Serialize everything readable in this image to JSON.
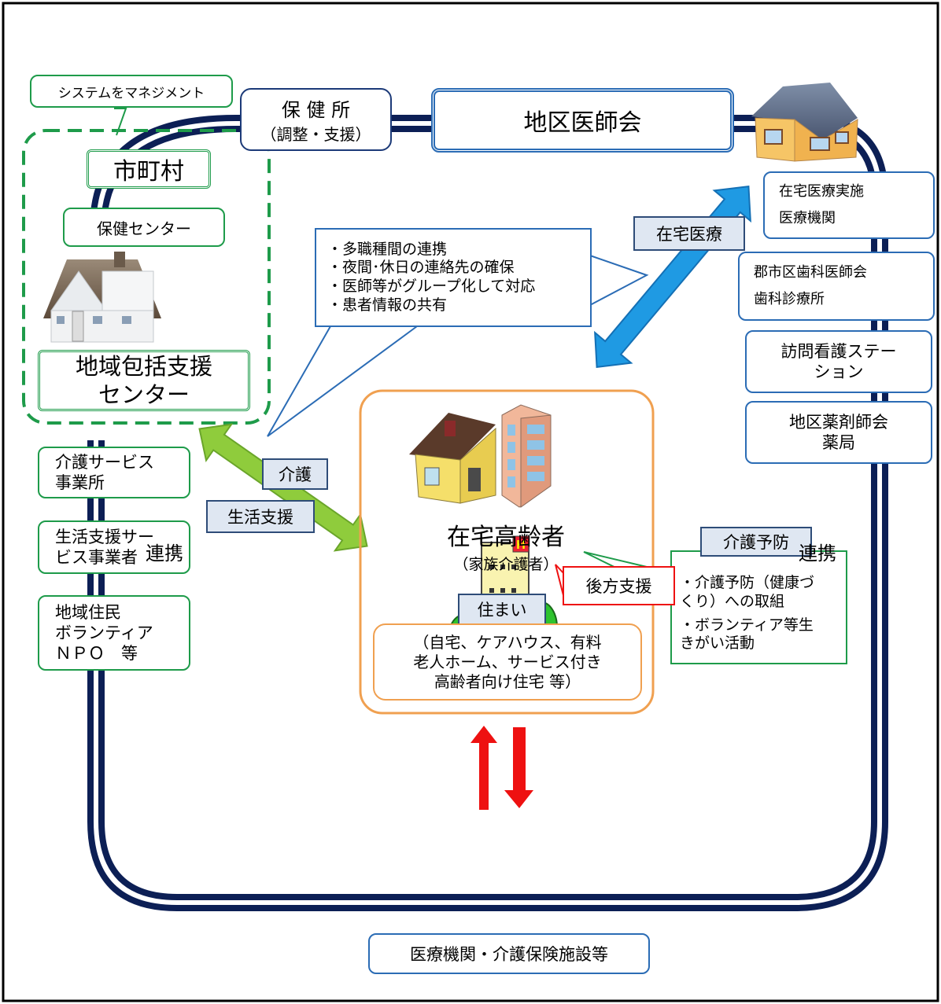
{
  "top": {
    "system_management": "システムをマネジメント",
    "hokenjo_1": "保 健 所",
    "hokenjo_2": "（調整・支援）",
    "district_medical_assoc": "地区医師会"
  },
  "left": {
    "municipality": "市町村",
    "health_center": "保健センター",
    "comprehensive_support_1": "地域包括支援",
    "comprehensive_support_2": "センター",
    "care_service_1": "介護サービス",
    "care_service_2": "事業所",
    "life_support_1": "生活支援サー",
    "life_support_2": "ビス事業者",
    "residents_1": "地域住民",
    "residents_2": "ボランティア",
    "residents_3": "ＮＰＯ　等"
  },
  "right": {
    "home_medical_1": "在宅医療実施",
    "home_medical_2": "医療機関",
    "dental_1": "郡市区歯科医師会",
    "dental_2": "歯科診療所",
    "nursing_1": "訪問看護ステー",
    "nursing_2": "ション",
    "pharmacy_1": "地区薬剤師会",
    "pharmacy_2": "薬局"
  },
  "callout_points": [
    "・多職種間の連携",
    "・夜間･休日の連絡先の確保",
    "・医師等がグループ化して対応",
    "・患者情報の共有"
  ],
  "arrows": {
    "home_medical_care": "在宅医療",
    "care": "介護",
    "life_support": "生活支援"
  },
  "center": {
    "title": "在宅高齢者",
    "subtitle": "（家族介護者）",
    "housing_tag": "住まい",
    "housing_1": "（自宅、ケアハウス、有料",
    "housing_2": "老人ホーム、サービス付き",
    "housing_3": "高齢者向け住宅 等）"
  },
  "prevention": {
    "tag": "介護予防",
    "line_1": "・介護予防（健康づ",
    "line_2": "くり）への取組",
    "line_3": "・ボランティア等生",
    "line_4": "きがい活動"
  },
  "bottom": {
    "backup_support": "後方支援",
    "medical_facilities": "医療機関・介護保険施設等",
    "link_left": "連携",
    "link_right": "連携"
  },
  "colors": {
    "track": "#0c1f55",
    "green": "#1e9b4a",
    "blue": "#2b6cb5",
    "orange": "#f0a050",
    "red_arrow": "#ee1111",
    "blue_arrow": "#1f9ae3",
    "green_arrow": "#8fcc3c"
  }
}
